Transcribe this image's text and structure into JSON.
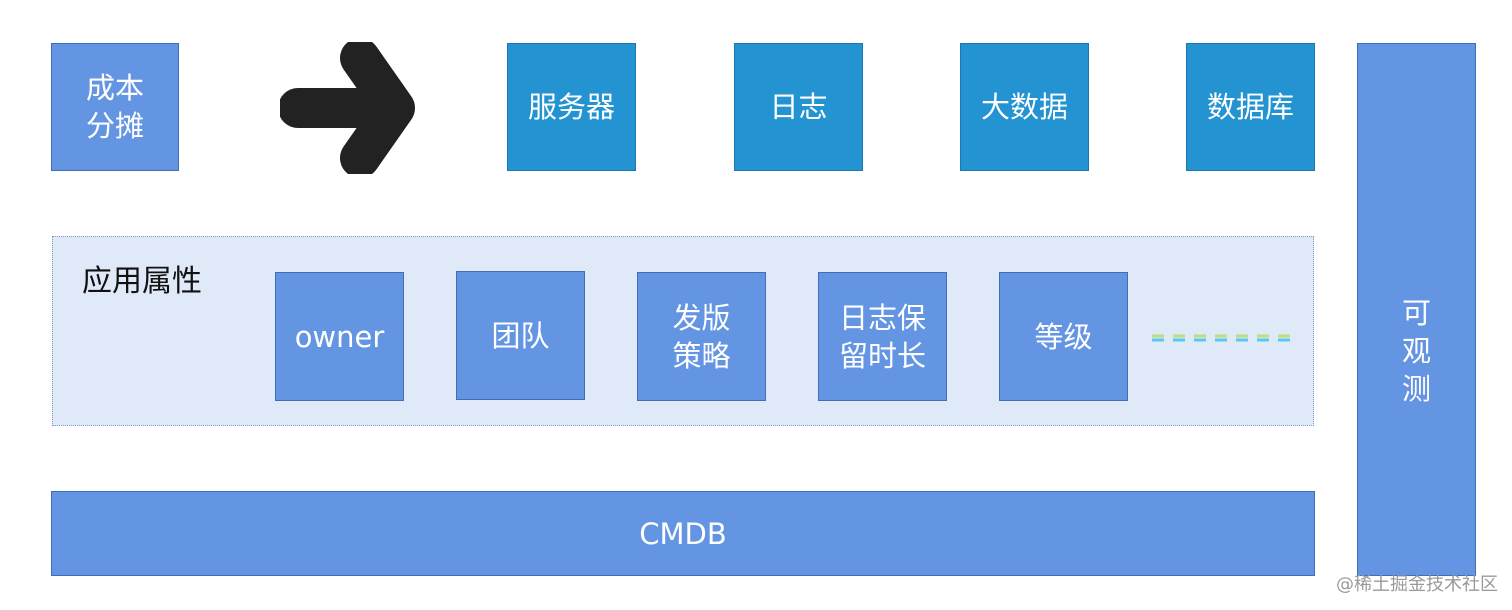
{
  "cost": {
    "label": "成本\n分摊"
  },
  "resources": [
    {
      "label": "服务器"
    },
    {
      "label": "日志"
    },
    {
      "label": "大数据"
    },
    {
      "label": "数据库"
    }
  ],
  "observability": {
    "label": "可观测"
  },
  "app_attributes": {
    "title": "应用属性",
    "items": [
      {
        "label": "owner"
      },
      {
        "label": "团队"
      },
      {
        "label": "发版\n策略"
      },
      {
        "label": "日志保\n留时长"
      },
      {
        "label": "等级"
      }
    ]
  },
  "cmdb": {
    "label": "CMDB"
  },
  "watermark": "@稀土掘金技术社区",
  "colors": {
    "box_blue": "#6495e3",
    "resource_teal": "#2493d2",
    "panel_bg": "#dfe9f8",
    "arrow": "#222222",
    "dash_green": "#b9e07a",
    "dash_cyan": "#5bc9ea"
  }
}
